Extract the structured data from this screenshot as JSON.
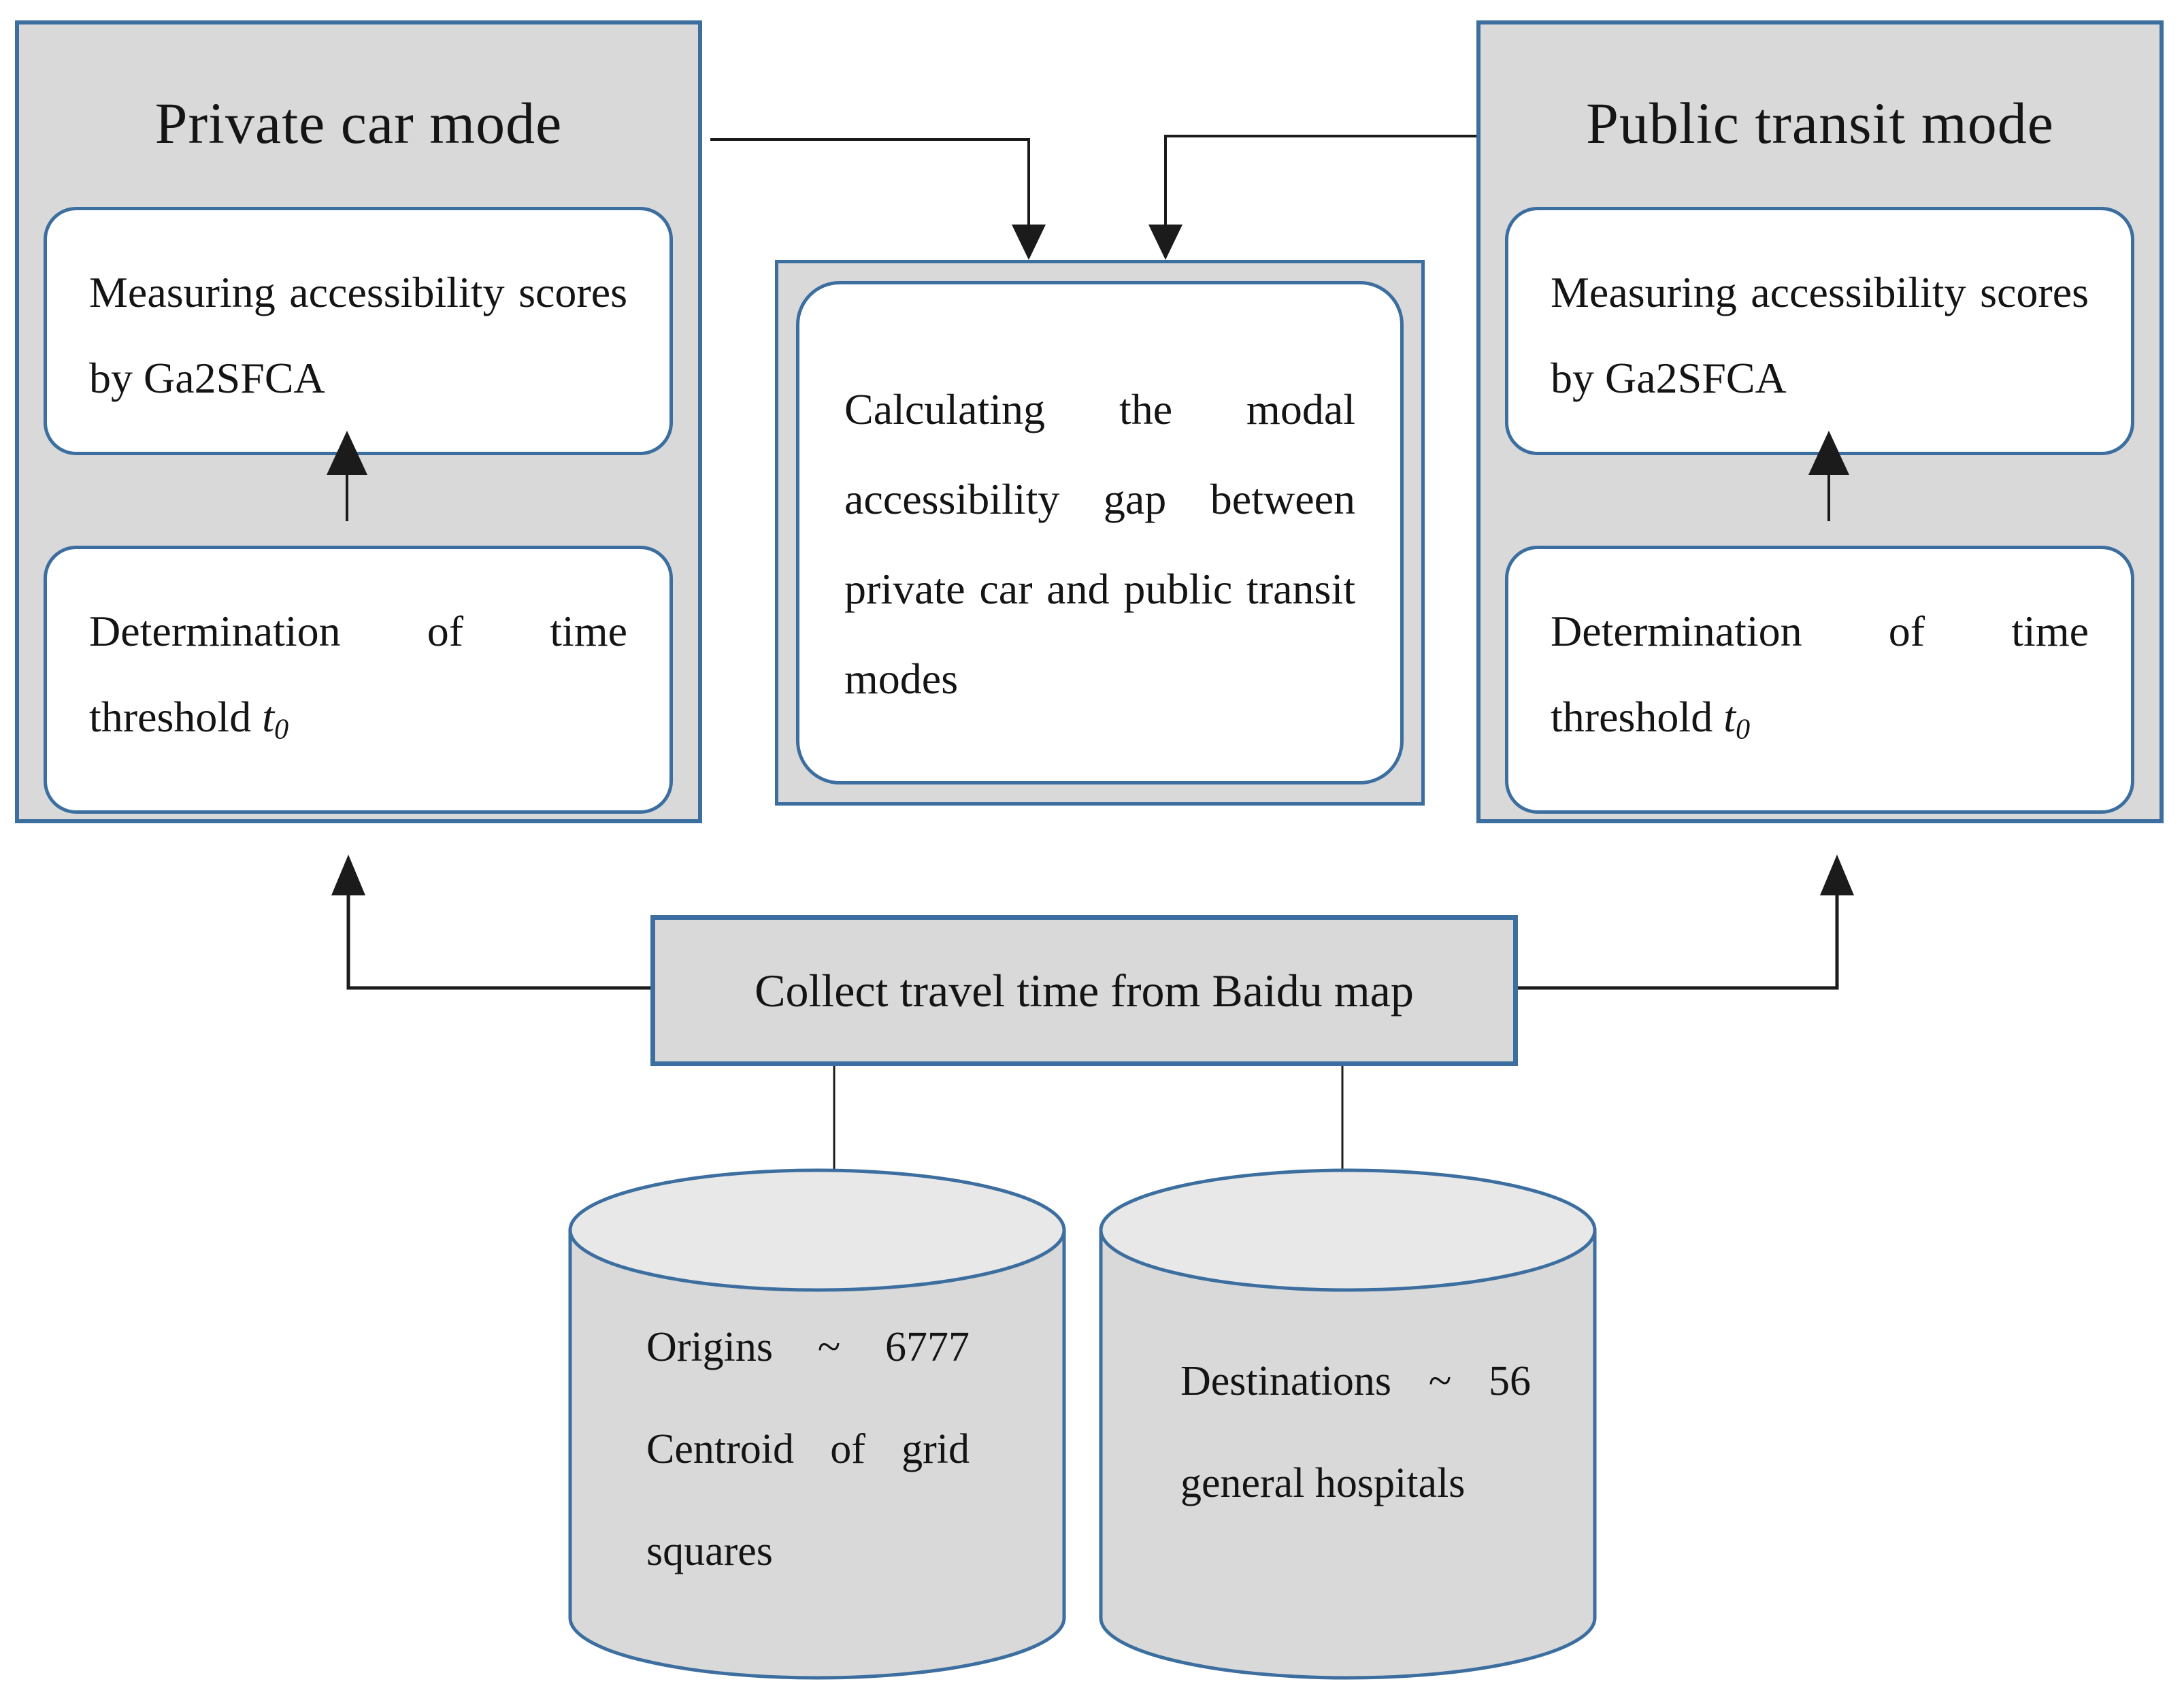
{
  "colors": {
    "border-blue": "#3c6e9f",
    "panel-fill": "#d9d9d9",
    "cylinder-top": "#e8e8e8",
    "line-black": "#1b1b1b"
  },
  "diagram": {
    "private_car": {
      "title": "Private car mode",
      "measuring_box": "Measuring accessibility scores by Ga2SFCA",
      "threshold_box": {
        "text": "Determination of time threshold",
        "var": "t",
        "sub": "0"
      }
    },
    "public_transit": {
      "title": "Public transit mode",
      "measuring_box": "Measuring accessibility scores by Ga2SFCA",
      "threshold_box": {
        "text": "Determination of time threshold",
        "var": "t",
        "sub": "0"
      }
    },
    "gap_box": "Calculating the modal accessibility gap between private car and public transit modes",
    "collect_box": "Collect travel time from Baidu map",
    "origins_cylinder": "Origins ~ 6777 Centroid of grid squares",
    "destinations_cylinder": "Destinations ~ 56 general hospitals"
  }
}
